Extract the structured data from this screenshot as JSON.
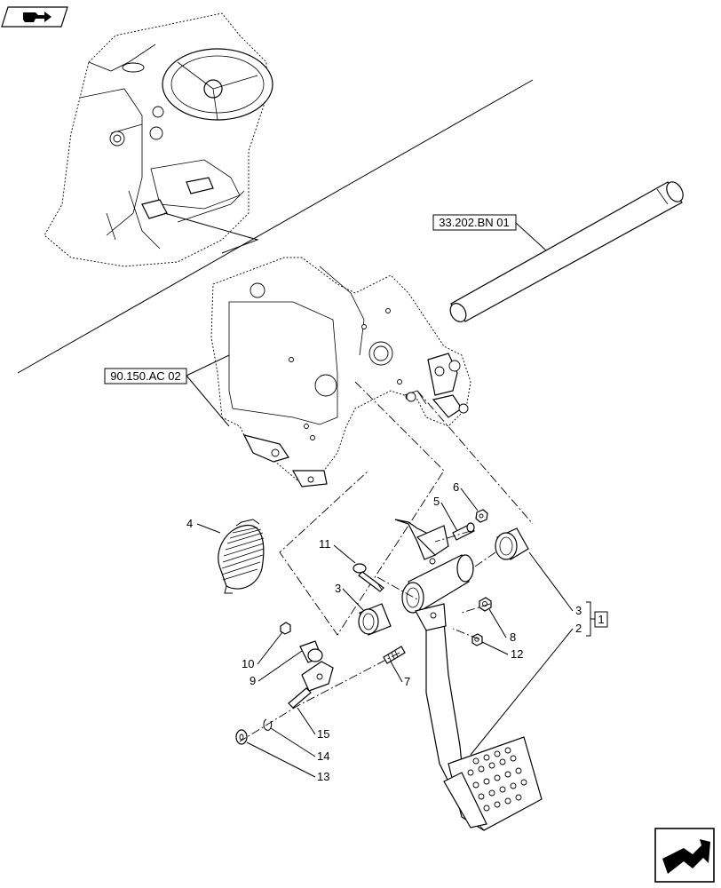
{
  "references": {
    "pipe_ref": "33.202.BN 01",
    "frame_ref": "90.150.AC 02",
    "assembly_ref": "1"
  },
  "callouts": [
    "1",
    "2",
    "3",
    "4",
    "5",
    "6",
    "7",
    "8",
    "9",
    "10",
    "11",
    "12",
    "13",
    "14",
    "15"
  ],
  "labels": {
    "n2": "2",
    "n3a": "3",
    "n3b": "3",
    "n4": "4",
    "n5": "5",
    "n6": "6",
    "n7": "7",
    "n8": "8",
    "n9": "9",
    "n10": "10",
    "n11": "11",
    "n12": "12",
    "n13": "13",
    "n14": "14",
    "n15": "15"
  },
  "icons": {
    "top_left": "page-forward-icon",
    "bottom_right": "next-page-arrow-icon"
  }
}
